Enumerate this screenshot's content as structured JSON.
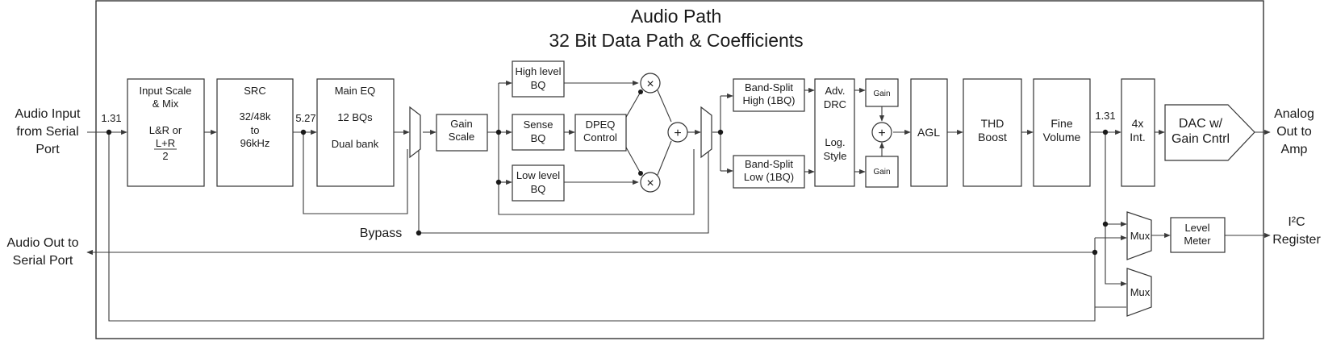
{
  "title": {
    "line1": "Audio Path",
    "line2": "32 Bit Data Path & Coefficients"
  },
  "io": {
    "input": [
      "Audio Input",
      "from Serial",
      "Port"
    ],
    "output_serial": [
      "Audio Out to",
      "Serial Port"
    ],
    "analog_out": [
      "Analog",
      "Out to",
      "Amp"
    ],
    "i2c": [
      "I²C",
      "Register"
    ]
  },
  "formats": {
    "in": "1.31",
    "mid": "5.27",
    "out": "1.31"
  },
  "blocks": {
    "input_scale": {
      "line1": "Input Scale",
      "line2": "& Mix",
      "line3": "L&R or",
      "numerator": "L+R",
      "denominator": "2"
    },
    "src": {
      "line1": "SRC",
      "line2": "32/48k",
      "line3": "to",
      "line4": "96kHz"
    },
    "main_eq": {
      "line1": "Main EQ",
      "line2": "12 BQs",
      "line3": "Dual bank"
    },
    "gain_scale": {
      "line1": "Gain",
      "line2": "Scale"
    },
    "high_bq": {
      "line1": "High level",
      "line2": "BQ"
    },
    "sense_bq": {
      "line1": "Sense",
      "line2": "BQ"
    },
    "low_bq": {
      "line1": "Low level",
      "line2": "BQ"
    },
    "dpeq": {
      "line1": "DPEQ",
      "line2": "Control"
    },
    "band_high": {
      "line1": "Band-Split",
      "line2": "High (1BQ)"
    },
    "band_low": {
      "line1": "Band-Split",
      "line2": "Low (1BQ)"
    },
    "drc": {
      "line1": "Adv.",
      "line2": "DRC",
      "line3": "Log.",
      "line4": "Style"
    },
    "gain_top": "Gain",
    "gain_bottom": "Gain",
    "agl": "AGL",
    "thd": {
      "line1": "THD",
      "line2": "Boost"
    },
    "fine_volume": {
      "line1": "Fine",
      "line2": "Volume"
    },
    "interp": {
      "line1": "4x",
      "line2": "Int."
    },
    "dac": {
      "line1": "DAC w/",
      "line2": "Gain Cntrl"
    },
    "level_meter": {
      "line1": "Level",
      "line2": "Meter"
    },
    "mux_top": "Mux",
    "mux_bottom": "Mux"
  },
  "bypass": "Bypass",
  "symbols": {
    "multiply": "×",
    "add": "+"
  }
}
